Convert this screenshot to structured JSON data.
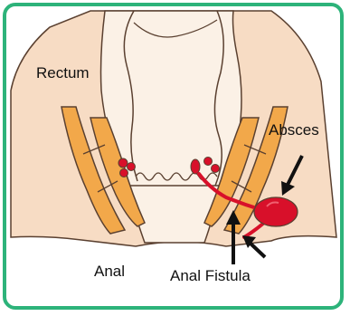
{
  "labels": {
    "rectum": "Rectum",
    "abscess": "Absces",
    "anal": "Anal",
    "anal_fistula": "Anal Fistula"
  },
  "colors": {
    "frame": "#2db37a",
    "tissue": "#f7dcc4",
    "muscle": "#f2a84a",
    "lining": "#fbf1e6",
    "abscess": "#d8102a",
    "outline": "#5a4030"
  }
}
